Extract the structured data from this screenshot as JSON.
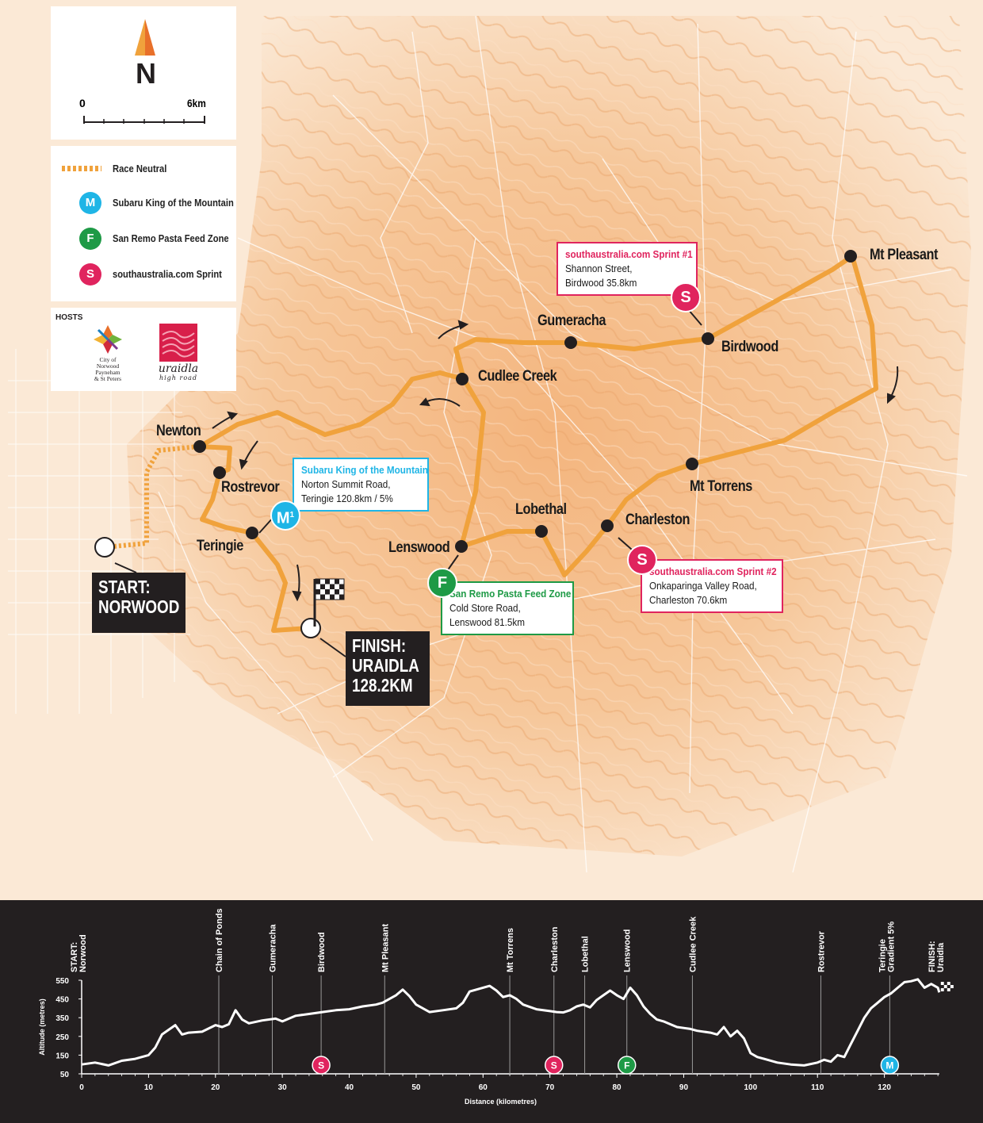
{
  "compass": {
    "letter": "N"
  },
  "scale": {
    "start_label": "0",
    "end_label": "6km"
  },
  "legend": {
    "items": [
      {
        "badge": "",
        "label": "Race Neutral",
        "color": "#f0a23c"
      },
      {
        "badge": "M",
        "label": "Subaru King of the Mountain",
        "color": "#1fb5e6"
      },
      {
        "badge": "F",
        "label": "San Remo Pasta Feed Zone",
        "color": "#1e9a46"
      },
      {
        "badge": "S",
        "label": "southaustralia.com Sprint",
        "color": "#e0245e"
      }
    ]
  },
  "hosts": {
    "title": "HOSTS",
    "norwood_lines": [
      "City of",
      "Norwood",
      "Payneham",
      "& St Peters"
    ],
    "uraidla_lines": [
      "uraidla",
      "high road"
    ]
  },
  "towns": [
    {
      "id": "newton",
      "label": "Newton"
    },
    {
      "id": "rostrevor",
      "label": "Rostrevor"
    },
    {
      "id": "teringie",
      "label": "Teringie"
    },
    {
      "id": "cudlee",
      "label": "Cudlee Creek"
    },
    {
      "id": "gumeracha",
      "label": "Gumeracha"
    },
    {
      "id": "birdwood",
      "label": "Birdwood"
    },
    {
      "id": "mtpleasant",
      "label": "Mt Pleasant"
    },
    {
      "id": "mttorrens",
      "label": "Mt Torrens"
    },
    {
      "id": "charleston",
      "label": "Charleston"
    },
    {
      "id": "lobethal",
      "label": "Lobethal"
    },
    {
      "id": "lenswood",
      "label": "Lenswood"
    }
  ],
  "callouts": {
    "sprint1": {
      "title": "southaustralia.com Sprint #1",
      "line1": "Shannon Street,",
      "line2": "Birdwood  35.8km",
      "badge": "S"
    },
    "kom": {
      "title": "Subaru King of the Mountain",
      "line1": "Norton Summit Road,",
      "line2": "Teringie  120.8km / 5%",
      "badge": "M",
      "badge_sup": "1"
    },
    "feed": {
      "title": "San Remo Pasta Feed Zone",
      "line1": "Cold Store Road,",
      "line2": "Lenswood  81.5km",
      "badge": "F"
    },
    "sprint2": {
      "title": "southaustralia.com Sprint #2",
      "line1": "Onkaparinga Valley Road,",
      "line2": "Charleston  70.6km",
      "badge": "S"
    }
  },
  "start": {
    "line1": "START:",
    "line2": "NORWOOD"
  },
  "finish": {
    "line1": "FINISH:",
    "line2": "URAIDLA",
    "line3": "128.2km"
  },
  "colors": {
    "route": "#f0a23c",
    "terrain": "#f6c79a",
    "background": "#fbe9d6",
    "profile_bg": "#231f20",
    "kom": "#1fb5e6",
    "feed": "#1e9a46",
    "sprint": "#e0245e"
  },
  "chart_data": {
    "type": "area",
    "xlabel": "Distance (kilometres)",
    "ylabel": "Altitude (metres)",
    "xlim": [
      0,
      130
    ],
    "ylim": [
      50,
      550
    ],
    "xticks": [
      0,
      10,
      20,
      30,
      40,
      50,
      60,
      70,
      80,
      90,
      100,
      110,
      120
    ],
    "yticks": [
      50,
      150,
      250,
      350,
      450,
      550
    ],
    "markers": [
      {
        "km": 0,
        "label": "START: Norwood"
      },
      {
        "km": 20.5,
        "label": "Chain of Ponds"
      },
      {
        "km": 28.5,
        "label": "Gumeracha"
      },
      {
        "km": 35.8,
        "label": "Birdwood"
      },
      {
        "km": 45.3,
        "label": "Mt Pleasant"
      },
      {
        "km": 64,
        "label": "Mt Torrens"
      },
      {
        "km": 70.6,
        "label": "Charleston"
      },
      {
        "km": 75.2,
        "label": "Lobethal"
      },
      {
        "km": 81.5,
        "label": "Lenswood"
      },
      {
        "km": 91.3,
        "label": "Cudlee Creek"
      },
      {
        "km": 110.5,
        "label": "Rostrevor"
      },
      {
        "km": 120.8,
        "label": "Teringie Gradient 5%"
      },
      {
        "km": 128.2,
        "label": "FINISH: Uraidla"
      }
    ],
    "badges": [
      {
        "km": 35.8,
        "letter": "S",
        "type": "sprint"
      },
      {
        "km": 70.6,
        "letter": "S",
        "type": "sprint"
      },
      {
        "km": 81.5,
        "letter": "F",
        "type": "feed"
      },
      {
        "km": 120.8,
        "letter": "M",
        "type": "kom"
      }
    ],
    "x": [
      0,
      2,
      4,
      6,
      8,
      10,
      11,
      12,
      13,
      14,
      15,
      16,
      18,
      20,
      21,
      22,
      23,
      24,
      25,
      27,
      29,
      30,
      32,
      34,
      36,
      38,
      40,
      42,
      44,
      45,
      46,
      47,
      48,
      49,
      50,
      52,
      54,
      56,
      57,
      58,
      59,
      60,
      61,
      62,
      63,
      64,
      65,
      66,
      68,
      70,
      71,
      72,
      73,
      74,
      75,
      76,
      77,
      78,
      79,
      80,
      81,
      82,
      83,
      84,
      85,
      86,
      87,
      88,
      89,
      90,
      91,
      92,
      94,
      95,
      96,
      97,
      98,
      99,
      100,
      101,
      102,
      104,
      106,
      108,
      110,
      111,
      112,
      113,
      114,
      115,
      116,
      117,
      118,
      119,
      120,
      121,
      122,
      123,
      124,
      125,
      126,
      127,
      128,
      128.2
    ],
    "altitude": [
      100,
      110,
      95,
      120,
      130,
      150,
      190,
      260,
      285,
      310,
      260,
      270,
      275,
      310,
      300,
      315,
      390,
      340,
      320,
      335,
      345,
      330,
      360,
      370,
      380,
      390,
      395,
      410,
      420,
      430,
      450,
      470,
      500,
      465,
      420,
      380,
      390,
      400,
      430,
      490,
      500,
      510,
      520,
      495,
      460,
      470,
      450,
      420,
      395,
      385,
      380,
      378,
      390,
      410,
      420,
      405,
      445,
      470,
      495,
      470,
      450,
      510,
      470,
      410,
      370,
      340,
      330,
      315,
      300,
      295,
      290,
      280,
      270,
      260,
      300,
      250,
      280,
      240,
      160,
      140,
      130,
      110,
      100,
      95,
      110,
      125,
      115,
      150,
      140,
      210,
      280,
      350,
      400,
      430,
      460,
      480,
      510,
      540,
      545,
      555,
      510,
      530,
      510,
      485
    ]
  }
}
